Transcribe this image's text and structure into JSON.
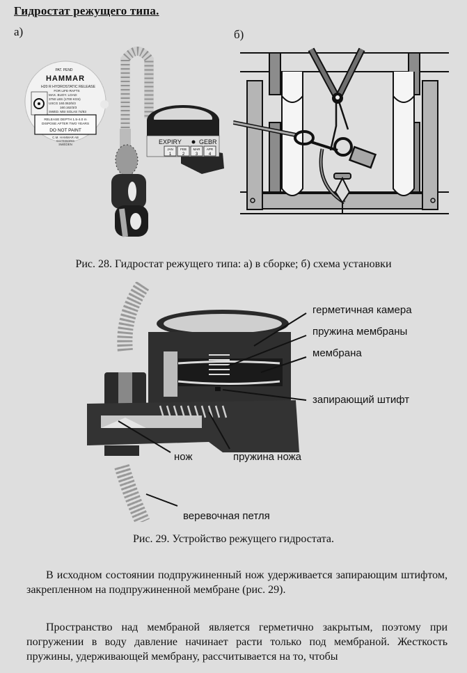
{
  "heading": "Гидростат режущего типа.",
  "figure28": {
    "label_a": "а)",
    "label_b": "б)",
    "caption": "Рис. 28. Гидростат режущего типа: а) в сборке; б) схема установки",
    "tag": {
      "pat": "PAT. PEND",
      "brand": "HAMMAR",
      "model": "H20 R HYDROSTATIC RELEASE",
      "purpose": "FOR LIFE-RAFTS",
      "load_label": "MAX. BUOY. LOAD:",
      "load_value": "3750 LBS (1700 KGS)",
      "uscg": "USCG 160.062/5/3",
      "uscg2": "160.162/3/3",
      "sweden": "SWED. MSI SOLAS 74/83",
      "release_depth": "RELEASE DEPTH 1.5-4.0 m",
      "dispose": "DISPOSE AFTER TWO YEARS",
      "warning": "DO NOT PAINT",
      "maker": "C.M. HAMMAR AB",
      "city": "GOTEBORG",
      "country": "SWEDEN"
    },
    "unit": {
      "expiry": "EXPIRY",
      "expiry2": "GEBR",
      "months": [
        {
          "name": "JAN",
          "num": "1"
        },
        {
          "name": "FEB",
          "num": "2"
        },
        {
          "name": "MAR",
          "num": "3"
        },
        {
          "name": "APR",
          "num": "4"
        }
      ]
    }
  },
  "figure29": {
    "caption": "Рис. 29. Устройство режущего гидростата.",
    "labels": {
      "chamber": "герметичная камера",
      "membrane_spring": "пружина мембраны",
      "membrane": "мембрана",
      "locking_pin": "запирающий штифт",
      "knife": "нож",
      "knife_spring": "пружина ножа",
      "rope_loop": "веревочная петля"
    }
  },
  "body": {
    "paragraph1": "В исходном состоянии подпружиненный нож удерживается запирающим штифтом, закрепленном на подпружиненной мембране (рис. 29).",
    "paragraph2": "Пространство над мембраной является герметично закрытым, поэтому при погружении в воду давление начинает расти только под мембраной. Жесткость пружины, удерживающей мембрану, рассчитывается на то, чтобы"
  }
}
